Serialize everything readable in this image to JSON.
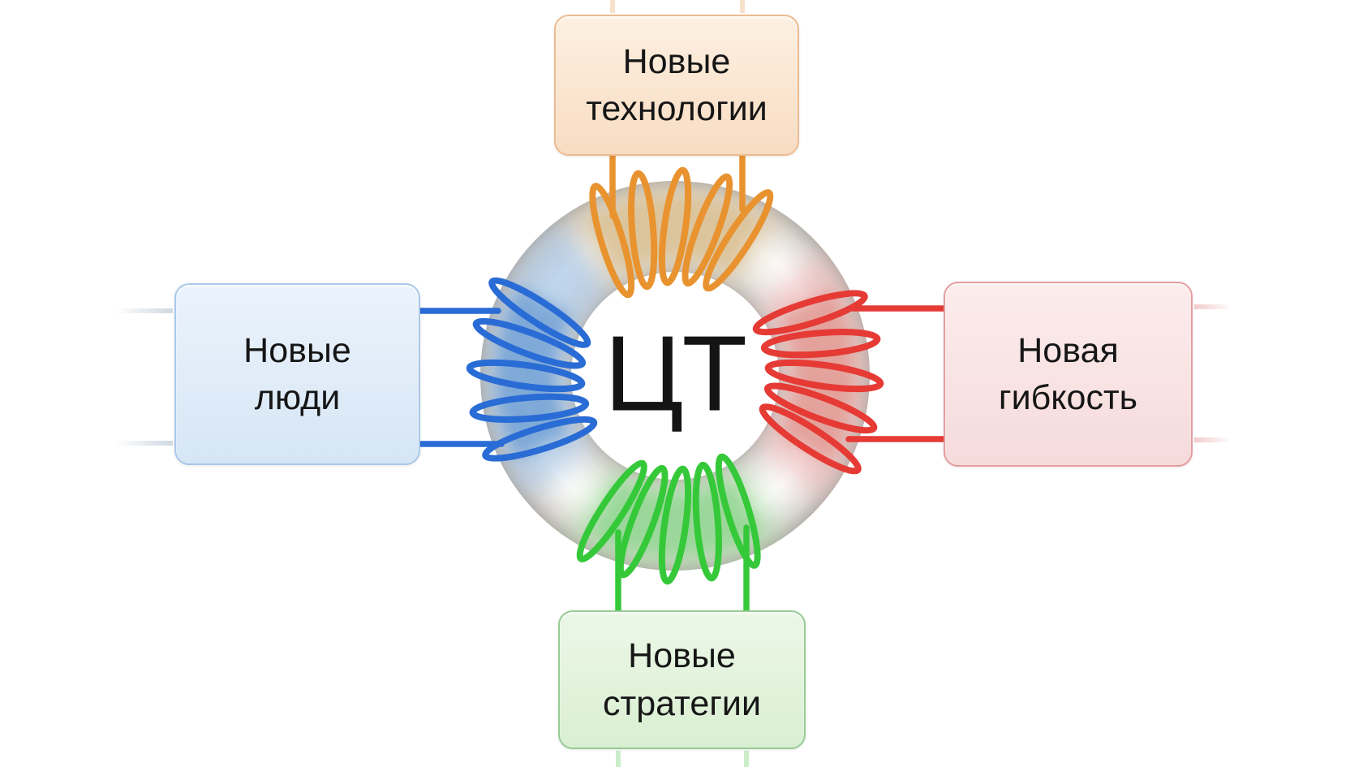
{
  "diagram": {
    "background": "#ffffff",
    "center_label": "ЦТ",
    "center_meaning": "core of the diagram (toroidal transformer labeled ЦТ)",
    "text_color": "#161616",
    "nodes": [
      {
        "id": "top",
        "position": "top",
        "label": "Новые технологии",
        "label_line1": "Новые",
        "label_line2": "технологии",
        "colors": {
          "wire": "#e8932f",
          "box_bg_top": "#fdf0e2",
          "box_bg_bottom": "#f8dcc2",
          "box_border": "#eebb90"
        }
      },
      {
        "id": "left",
        "position": "left",
        "label": "Новые люди",
        "label_line1": "Новые",
        "label_line2": "люди",
        "colors": {
          "wire": "#2a6cd5",
          "box_bg_top": "#ebf3fb",
          "box_bg_bottom": "#d6e6f6",
          "box_border": "#aac8e9"
        }
      },
      {
        "id": "right",
        "position": "right",
        "label": "Новая гибкость",
        "label_line1": "Новая",
        "label_line2": "гибкость",
        "colors": {
          "wire": "#e63a35",
          "box_bg_top": "#fcecec",
          "box_bg_bottom": "#f6dbdb",
          "box_border": "#e69da0"
        }
      },
      {
        "id": "bottom",
        "position": "bottom",
        "label": "Новые стратегии",
        "label_line1": "Новые",
        "label_line2": "стратегии",
        "colors": {
          "wire": "#35c93a",
          "box_bg_top": "#ecf7e7",
          "box_bg_bottom": "#d9efd2",
          "box_border": "#98cb95"
        }
      }
    ]
  }
}
